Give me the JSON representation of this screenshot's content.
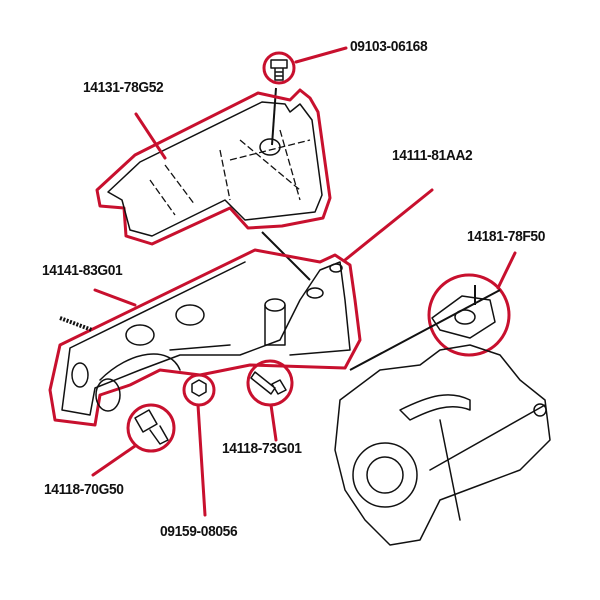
{
  "diagram": {
    "parts": [
      {
        "part_number": "09103-06168",
        "description_icon": "bolt-icon"
      },
      {
        "part_number": "14131-78G52",
        "description_icon": "heat-shield-icon"
      },
      {
        "part_number": "14111-81AA2",
        "description_icon": "exhaust-manifold-icon"
      },
      {
        "part_number": "14181-78F50",
        "description_icon": "gasket-icon"
      },
      {
        "part_number": "14141-83G01",
        "description_icon": "manifold-gasket-icon"
      },
      {
        "part_number": "14118-73G01",
        "description_icon": "stud-bolt-icon"
      },
      {
        "part_number": "14118-70G50",
        "description_icon": "stud-bolt-icon"
      },
      {
        "part_number": "09159-08056",
        "description_icon": "nut-icon"
      }
    ],
    "colors": {
      "highlight": "#c8102e",
      "ink": "#111111"
    }
  }
}
